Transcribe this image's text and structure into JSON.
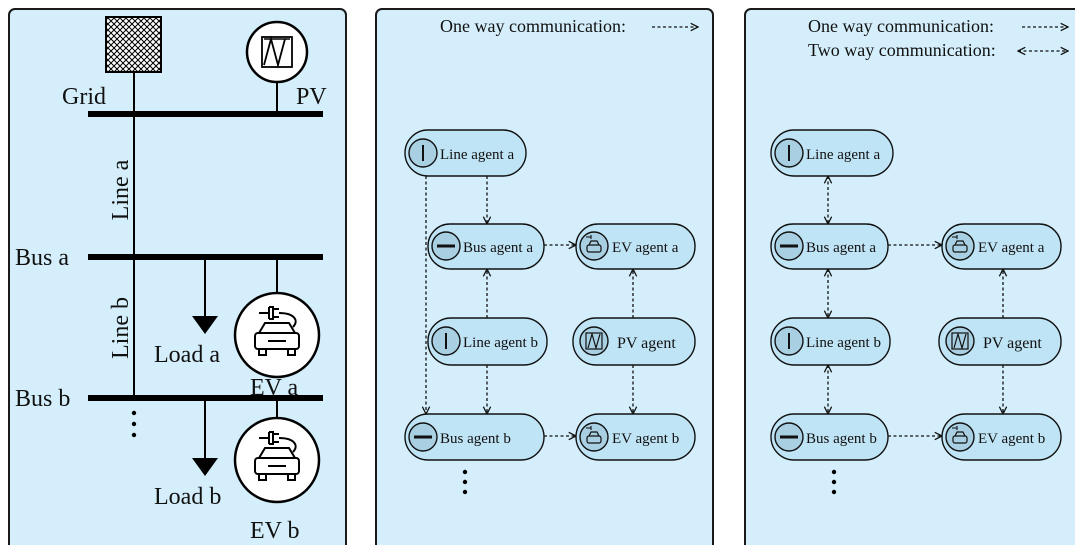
{
  "left_panel": {
    "grid": "Grid",
    "pv": "PV",
    "line_a": "Line a",
    "line_b": "Line b",
    "bus_a": "Bus a",
    "bus_b": "Bus b",
    "load_a": "Load a",
    "load_b": "Load b",
    "ev_a": "EV a",
    "ev_b": "EV b"
  },
  "middle_panel": {
    "legend_one_way": "One way communication:",
    "agents": {
      "line_a": "Line agent a",
      "bus_a": "Bus agent a",
      "ev_a": "EV agent a",
      "line_b": "Line agent b",
      "pv": "PV agent",
      "bus_b": "Bus agent b",
      "ev_b": "EV agent b"
    }
  },
  "right_panel": {
    "legend_one_way": "One way communication:",
    "legend_two_way": "Two way communication:",
    "agents": {
      "line_a": "Line agent a",
      "bus_a": "Bus agent a",
      "ev_a": "EV agent a",
      "line_b": "Line agent b",
      "pv": "PV agent",
      "bus_b": "Bus agent b",
      "ev_b": "EV agent b"
    }
  }
}
